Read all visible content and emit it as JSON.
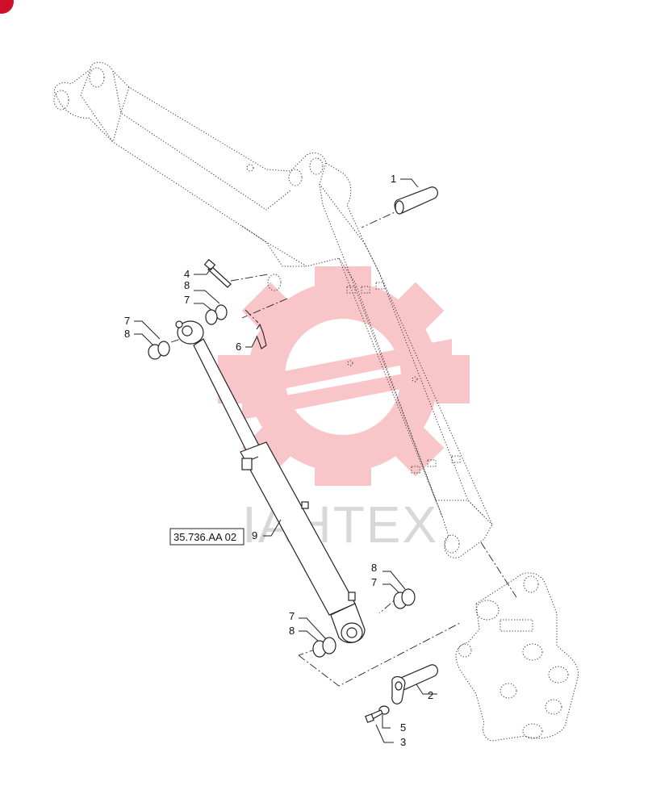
{
  "diagram": {
    "watermark_text": "IAHTEX",
    "watermark_color": "#e8323c",
    "corner_badge_color": "#d0102a",
    "reference_box": "35.736.AA 02",
    "callouts": [
      {
        "id": "c-1",
        "label": "1"
      },
      {
        "id": "c-2",
        "label": "2"
      },
      {
        "id": "c-3",
        "label": "3"
      },
      {
        "id": "c-4",
        "label": "4"
      },
      {
        "id": "c-5",
        "label": "5"
      },
      {
        "id": "c-6",
        "label": "6"
      },
      {
        "id": "c-7a",
        "label": "7"
      },
      {
        "id": "c-8a",
        "label": "8"
      },
      {
        "id": "c-7b",
        "label": "7"
      },
      {
        "id": "c-8b",
        "label": "8"
      },
      {
        "id": "c-8c",
        "label": "8"
      },
      {
        "id": "c-7c",
        "label": "7"
      },
      {
        "id": "c-7d",
        "label": "7"
      },
      {
        "id": "c-8d",
        "label": "8"
      },
      {
        "id": "c-9",
        "label": "9"
      }
    ]
  }
}
